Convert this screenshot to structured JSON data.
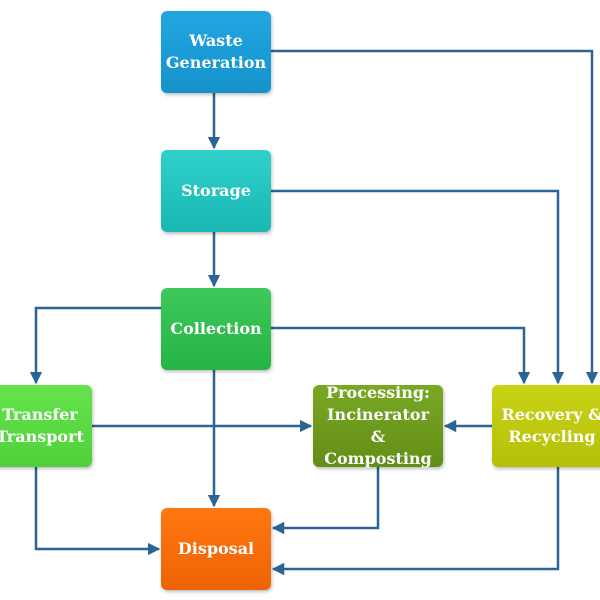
{
  "diagram": {
    "nodes": {
      "waste_generation": "Waste\nGeneration",
      "storage": "Storage",
      "collection": "Collection",
      "transfer_transport": "Transfer\nTransport",
      "processing": "Processing:\nIncinerator &\nComposting",
      "recovery_recycling": "Recovery &\nRecycling",
      "disposal": "Disposal"
    },
    "colors": {
      "edge": "#2d6497",
      "waste_generation": "#1592cc",
      "storage": "#1bb7b2",
      "collection": "#26b345",
      "transfer_transport": "#4fd03b",
      "processing": "#628e16",
      "recovery_recycling": "#b4bf08",
      "disposal": "#ef6204"
    },
    "edges": [
      {
        "from": "Waste Generation",
        "to": "Storage"
      },
      {
        "from": "Waste Generation",
        "to": "Recovery & Recycling"
      },
      {
        "from": "Storage",
        "to": "Collection"
      },
      {
        "from": "Storage",
        "to": "Recovery & Recycling"
      },
      {
        "from": "Collection",
        "to": "Transfer Transport"
      },
      {
        "from": "Collection",
        "to": "Recovery & Recycling"
      },
      {
        "from": "Collection",
        "to": "Disposal"
      },
      {
        "from": "Transfer Transport",
        "to": "Processing: Incinerator & Composting"
      },
      {
        "from": "Transfer Transport",
        "to": "Disposal"
      },
      {
        "from": "Recovery & Recycling",
        "to": "Processing: Incinerator & Composting"
      },
      {
        "from": "Recovery & Recycling",
        "to": "Disposal"
      },
      {
        "from": "Processing: Incinerator & Composting",
        "to": "Disposal"
      }
    ]
  }
}
